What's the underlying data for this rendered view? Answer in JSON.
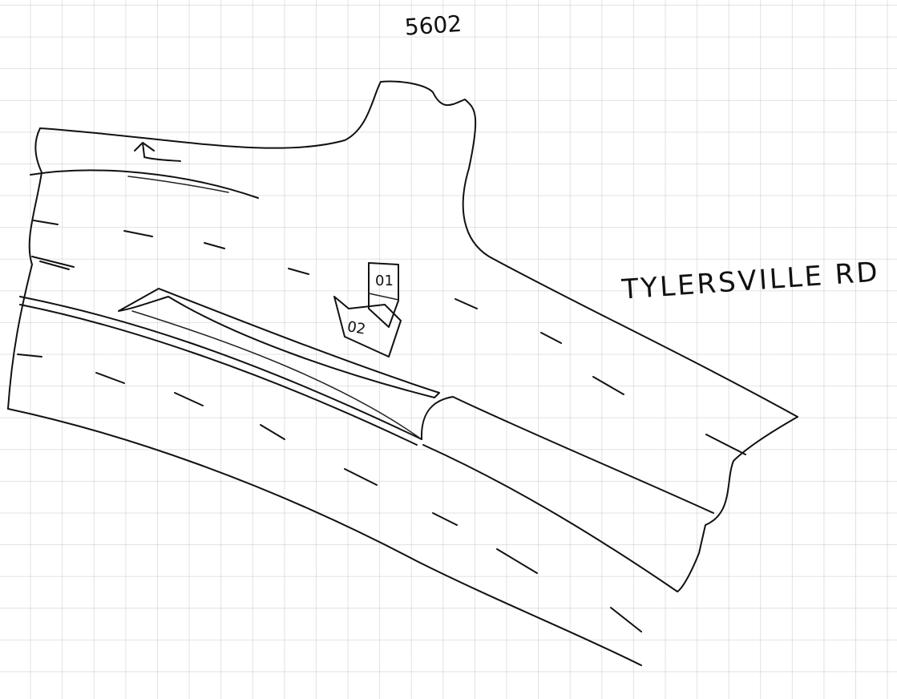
{
  "labels": {
    "top_number": "5602",
    "road_name": "TYLERSVILLE RD",
    "vehicle_1": "01",
    "vehicle_2": "02"
  },
  "colors": {
    "ink": "#111111",
    "paper": "#ffffff",
    "grid": "#969696"
  }
}
